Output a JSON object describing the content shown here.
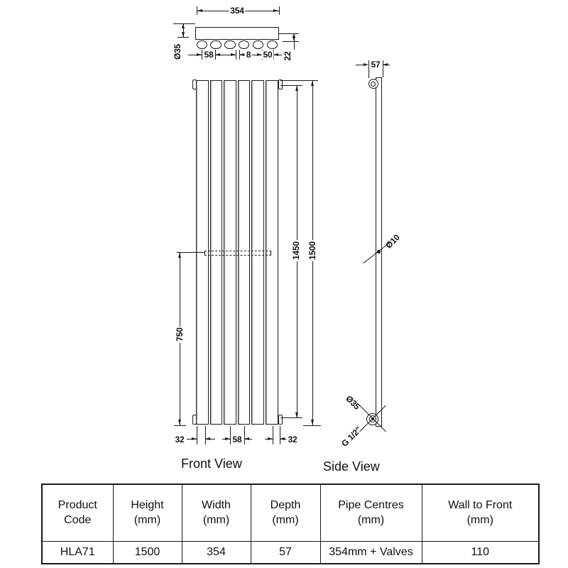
{
  "top_view": {
    "width": "354",
    "tube_diameter": "Ø35",
    "pipe_spacing": "58",
    "tube_gap": "8",
    "end_spacing": "50",
    "bracket_offset": "22"
  },
  "front_view": {
    "label": "Front View",
    "overall_height": "1500",
    "inner_height": "1450",
    "bracket_height": "750",
    "left_margin": "32",
    "pipe_spacing": "58",
    "right_margin": "32"
  },
  "side_view": {
    "label": "Side View",
    "depth": "57",
    "tube_diameter": "Ø10",
    "connection_diameter": "Ø35",
    "thread_size": "G 1/2\""
  },
  "table": {
    "columns": [
      {
        "title": "Product",
        "unit": "Code",
        "value": "HLA71"
      },
      {
        "title": "Height",
        "unit": "(mm)",
        "value": "1500"
      },
      {
        "title": "Width",
        "unit": "(mm)",
        "value": "354"
      },
      {
        "title": "Depth",
        "unit": "(mm)",
        "value": "57"
      },
      {
        "title": "Pipe Centres",
        "unit": "(mm)",
        "value": "354mm + Valves"
      },
      {
        "title": "Wall to Front",
        "unit": "(mm)",
        "value": "110"
      }
    ]
  }
}
